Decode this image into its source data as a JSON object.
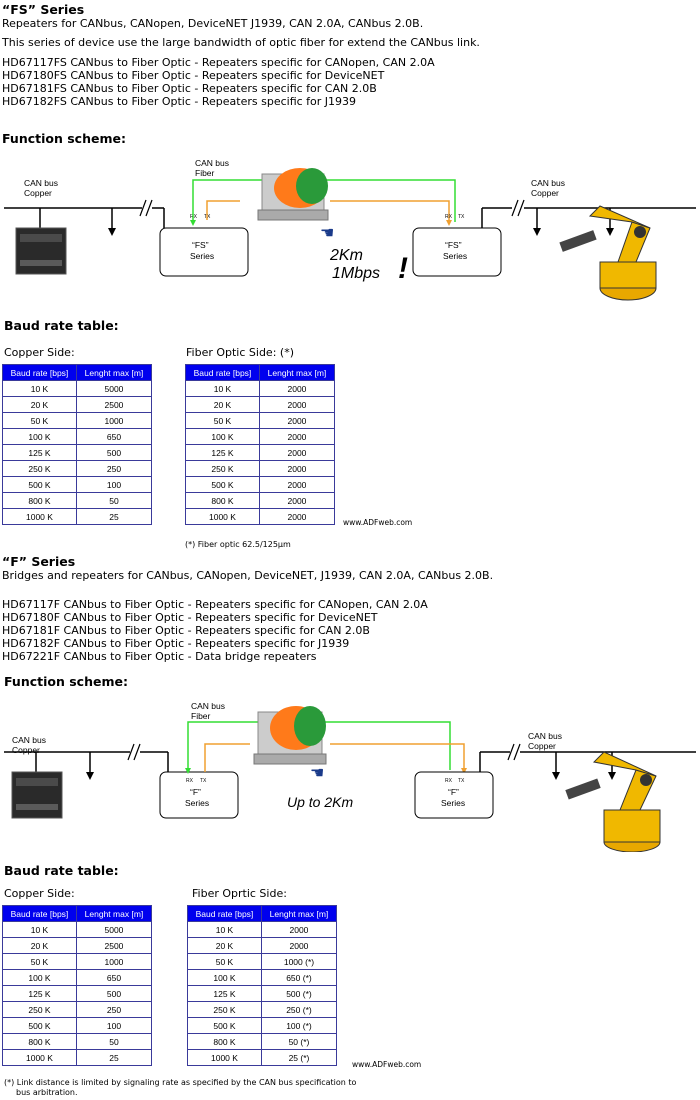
{
  "fs": {
    "title": "“FS” Series",
    "subtitle": "Repeaters for CANbus, CANopen, DeviceNET J1939, CAN 2.0A, CANbus 2.0B.",
    "description": "This series of device use the large bandwidth of optic fiber for extend the CANbus link.",
    "products": [
      "HD67117FS  CANbus to Fiber Optic - Repeaters specific for CANopen, CAN 2.0A",
      "HD67180FS  CANbus to Fiber Optic - Repeaters specific for DeviceNET",
      "HD67181FS  CANbus to Fiber Optic - Repeaters specific for CAN 2.0B",
      "HD67182FS  CANbus to Fiber Optic - Repeaters specific for J1939"
    ],
    "function_scheme": "Function scheme:",
    "diagram": {
      "copper_left": [
        "CAN bus",
        "Copper"
      ],
      "fiber": [
        "CAN bus",
        "Fiber"
      ],
      "copper_right": [
        "CAN bus",
        "Copper"
      ],
      "box_label": [
        "“FS”",
        "Series"
      ],
      "rx": "RX",
      "tx": "TX",
      "distance": [
        "2Km",
        "1Mbps"
      ],
      "exclaim": "!"
    },
    "baud_title": "Baud rate table:",
    "copper_side": "Copper Side:",
    "fiber_side": "Fiber Optic Side: (*)",
    "headers": [
      "Baud rate [bps]",
      "Lenght max [m]"
    ],
    "copper_rows": [
      [
        "10 K",
        "5000"
      ],
      [
        "20 K",
        "2500"
      ],
      [
        "50 K",
        "1000"
      ],
      [
        "100 K",
        "650"
      ],
      [
        "125 K",
        "500"
      ],
      [
        "250 K",
        "250"
      ],
      [
        "500 K",
        "100"
      ],
      [
        "800 K",
        "50"
      ],
      [
        "1000 K",
        "25"
      ]
    ],
    "fiber_rows": [
      [
        "10 K",
        "2000"
      ],
      [
        "20 K",
        "2000"
      ],
      [
        "50 K",
        "2000"
      ],
      [
        "100 K",
        "2000"
      ],
      [
        "125 K",
        "2000"
      ],
      [
        "250 K",
        "2000"
      ],
      [
        "500 K",
        "2000"
      ],
      [
        "800 K",
        "2000"
      ],
      [
        "1000 K",
        "2000"
      ]
    ],
    "website": "www.ADFweb.com",
    "footnote": "(*) Fiber optic 62.5/125µm"
  },
  "f": {
    "title": "“F” Series",
    "subtitle": "Bridges and repeaters for CANbus, CANopen, DeviceNET, J1939, CAN 2.0A, CANbus 2.0B.",
    "products": [
      "HD67117F  CANbus to Fiber Optic - Repeaters specific for CANopen, CAN 2.0A",
      "HD67180F  CANbus to Fiber Optic - Repeaters specific for DeviceNET",
      "HD67181F  CANbus to Fiber Optic - Repeaters specific for CAN 2.0B",
      "HD67182F  CANbus to Fiber Optic - Repeaters specific for J1939",
      "HD67221F  CANbus to Fiber Optic - Data bridge repeaters"
    ],
    "function_scheme": "Function scheme:",
    "diagram": {
      "copper_left": [
        "CAN bus",
        "Copper"
      ],
      "fiber": [
        "CAN bus",
        "Fiber"
      ],
      "copper_right": [
        "CAN bus",
        "Copper"
      ],
      "box_label": [
        "“F”",
        "Series"
      ],
      "rx": "RX",
      "tx": "TX",
      "distance": "Up to 2Km"
    },
    "baud_title": "Baud rate table:",
    "copper_side": "Copper Side:",
    "fiber_side": "Fiber Oprtic Side:",
    "headers": [
      "Baud rate [bps]",
      "Lenght max [m]"
    ],
    "copper_rows": [
      [
        "10 K",
        "5000"
      ],
      [
        "20 K",
        "2500"
      ],
      [
        "50 K",
        "1000"
      ],
      [
        "100 K",
        "650"
      ],
      [
        "125 K",
        "500"
      ],
      [
        "250 K",
        "250"
      ],
      [
        "500 K",
        "100"
      ],
      [
        "800 K",
        "50"
      ],
      [
        "1000 K",
        "25"
      ]
    ],
    "fiber_rows": [
      [
        "10 K",
        "2000"
      ],
      [
        "20 K",
        "2000"
      ],
      [
        "50 K",
        "1000 (*)"
      ],
      [
        "100 K",
        "650 (*)"
      ],
      [
        "125 K",
        "500 (*)"
      ],
      [
        "250 K",
        "250 (*)"
      ],
      [
        "500 K",
        "100 (*)"
      ],
      [
        "800 K",
        "50 (*)"
      ],
      [
        "1000 K",
        "25 (*)"
      ]
    ],
    "website": "www.ADFweb.com",
    "footnote": [
      "(*) Link distance is limited by signaling rate as specified by  the CAN bus specification to",
      "bus arbitration."
    ]
  },
  "colors": {
    "fiber_green": "#33dd33",
    "fiber_orange": "#f0a030",
    "header_blue": "#0000ee"
  }
}
